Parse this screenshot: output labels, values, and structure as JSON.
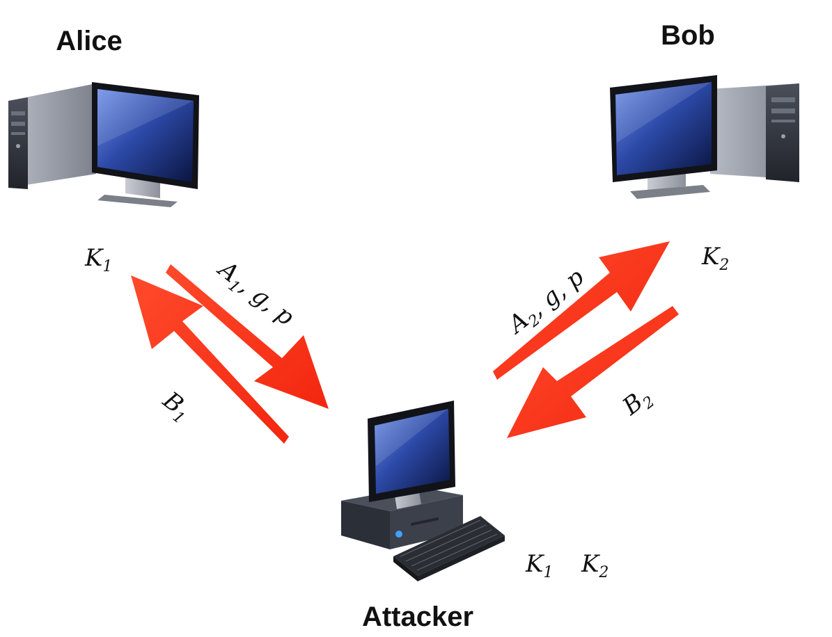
{
  "nodes": {
    "alice": {
      "label": "Alice",
      "key": "K",
      "key_sub": "1"
    },
    "bob": {
      "label": "Bob",
      "key": "K",
      "key_sub": "2"
    },
    "attacker": {
      "label": "Attacker",
      "key1": "K",
      "key1_sub": "1",
      "key2": "K",
      "key2_sub": "2"
    }
  },
  "messages": {
    "alice_to_attacker": {
      "var": "A",
      "sub": "1",
      "rest": ", g, p"
    },
    "attacker_to_alice": {
      "var": "B",
      "sub": "1"
    },
    "attacker_to_bob": {
      "var": "A",
      "sub": "2",
      "rest": ", g, p"
    },
    "bob_to_attacker": {
      "var": "B",
      "sub": "2"
    }
  },
  "colors": {
    "arrow": "#ff3b22",
    "arrow_dark": "#e22a12",
    "screen_top": "#5b7fd9",
    "screen_bottom": "#0d1a4a",
    "case_light": "#9ea2ac",
    "case_dark": "#2b2f38"
  }
}
